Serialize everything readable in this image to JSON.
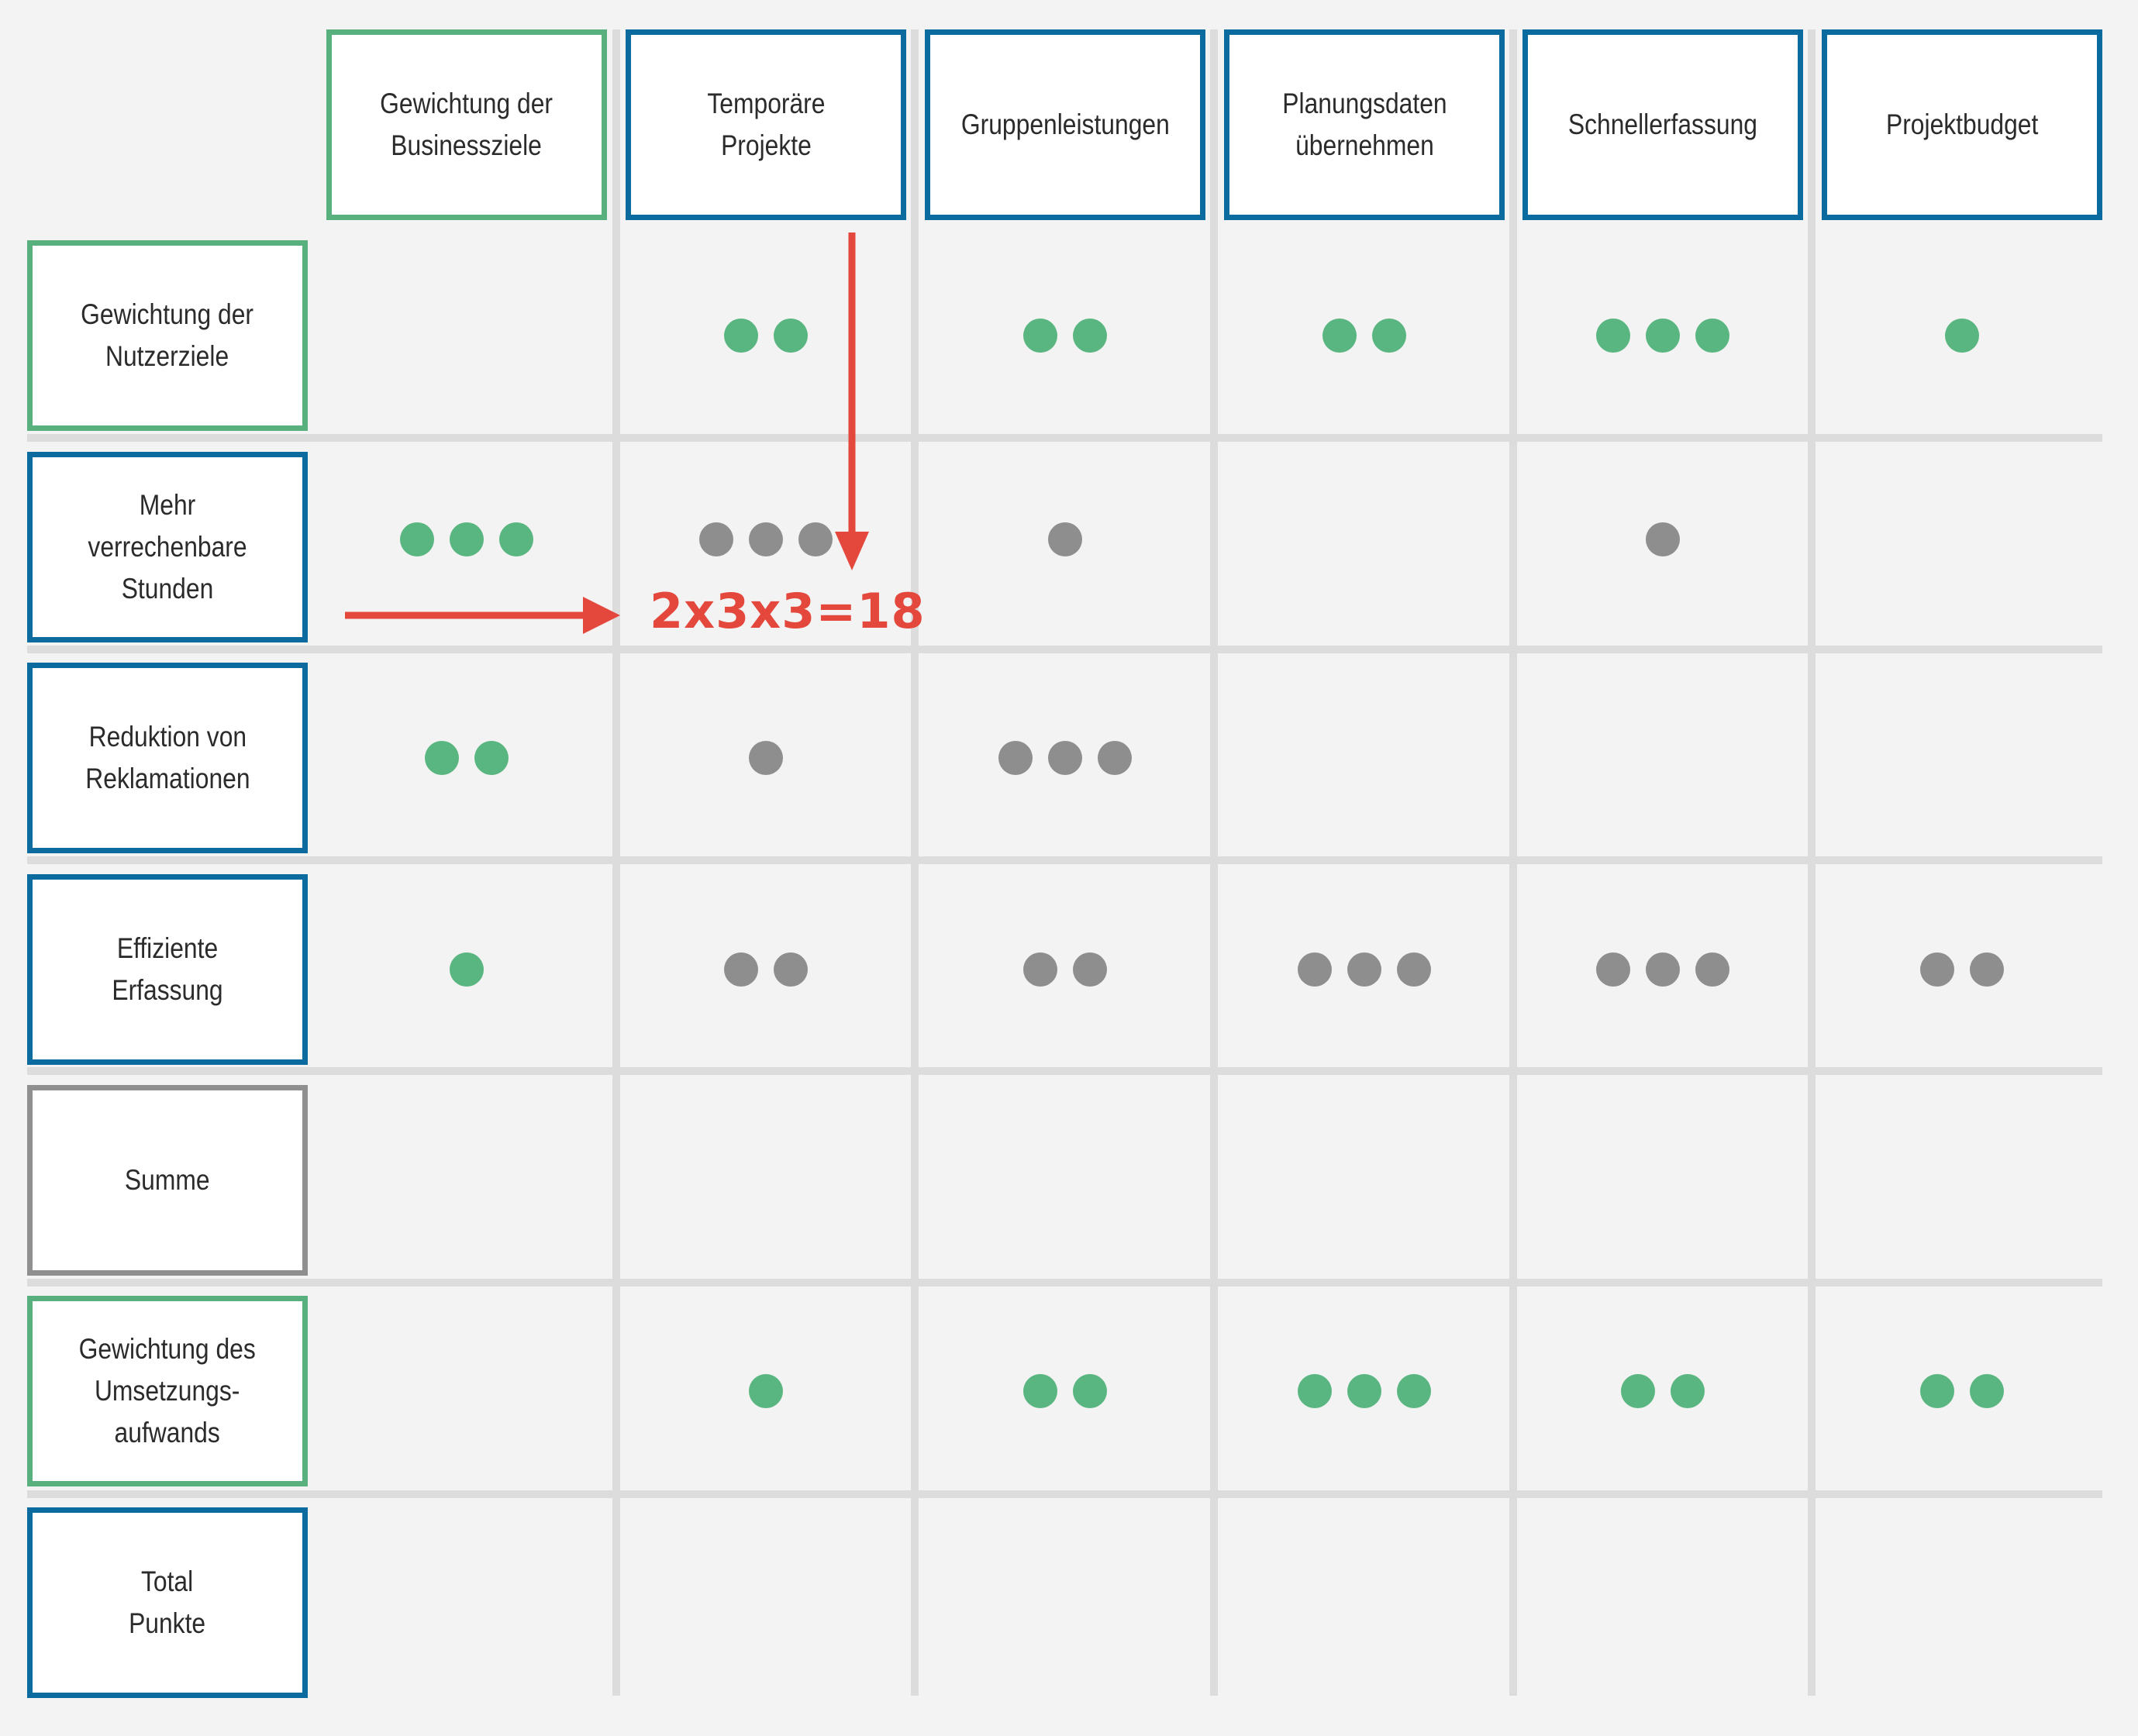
{
  "colors": {
    "background": "#f3f3f3",
    "grid": "#dcdcdc",
    "blue": "#0b6a9e",
    "green": "#58b07e",
    "grey": "#8f8f8f",
    "dot_green": "#5ab680",
    "dot_grey": "#8e8e8e",
    "red": "#e4473c"
  },
  "columns": [
    {
      "label": "Gewichtung der\nBusinessziele",
      "border": "green"
    },
    {
      "label": "Temporäre\nProjekte",
      "border": "blue"
    },
    {
      "label": "Gruppenleistungen",
      "border": "blue"
    },
    {
      "label": "Planungsdaten\nübernehmen",
      "border": "blue"
    },
    {
      "label": "Schnellerfassung",
      "border": "blue"
    },
    {
      "label": "Projektbudget",
      "border": "blue"
    }
  ],
  "rows": [
    {
      "label": "Gewichtung der\nNutzerziele",
      "border": "green",
      "cells": [
        0,
        2,
        2,
        2,
        3,
        1
      ],
      "dot_color": [
        "none",
        "green",
        "green",
        "green",
        "green",
        "green"
      ]
    },
    {
      "label": "Mehr verrechenbare\nStunden",
      "border": "blue",
      "cells": [
        3,
        3,
        1,
        0,
        1,
        0
      ],
      "dot_color": [
        "green",
        "grey",
        "grey",
        "none",
        "grey",
        "none"
      ]
    },
    {
      "label": "Reduktion von\nReklamationen",
      "border": "blue",
      "cells": [
        2,
        1,
        3,
        0,
        0,
        0
      ],
      "dot_color": [
        "green",
        "grey",
        "grey",
        "none",
        "none",
        "none"
      ]
    },
    {
      "label": "Effiziente Erfassung",
      "border": "blue",
      "cells": [
        1,
        2,
        2,
        3,
        3,
        2
      ],
      "dot_color": [
        "green",
        "grey",
        "grey",
        "grey",
        "grey",
        "grey"
      ]
    },
    {
      "label": "Summe",
      "border": "grey",
      "cells": [
        0,
        0,
        0,
        0,
        0,
        0
      ],
      "dot_color": [
        "none",
        "none",
        "none",
        "none",
        "none",
        "none"
      ]
    },
    {
      "label": "Gewichtung des\nUmsetzungs-\naufwands",
      "border": "green",
      "cells": [
        0,
        1,
        2,
        3,
        2,
        2
      ],
      "dot_color": [
        "none",
        "green",
        "green",
        "green",
        "green",
        "green"
      ]
    },
    {
      "label": "Total\nPunkte",
      "border": "blue",
      "cells": [
        0,
        0,
        0,
        0,
        0,
        0
      ],
      "dot_color": [
        "none",
        "none",
        "none",
        "none",
        "none",
        "none"
      ]
    }
  ],
  "annotation": {
    "formula": "2x3x3=18"
  }
}
